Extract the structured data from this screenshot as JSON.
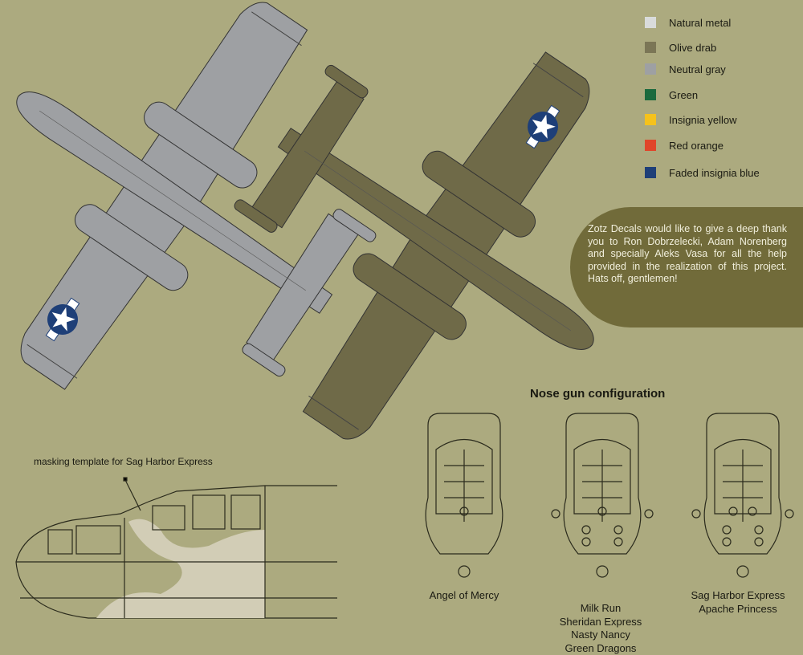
{
  "legend": [
    {
      "label": "Natural metal",
      "color": "#d9dbdb"
    },
    {
      "label": "Olive drab",
      "color": "#7b7656"
    },
    {
      "label": "Neutral gray",
      "color": "#9ea0a3"
    },
    {
      "label": "Green",
      "color": "#1c6a3e"
    },
    {
      "label": "Insignia yellow",
      "color": "#f5c21c"
    },
    {
      "label": "Red orange",
      "color": "#e0452a"
    },
    {
      "label": "Faded insignia blue",
      "color": "#1e3f78"
    }
  ],
  "thanks": "Zotz Decals would like to give a deep thank you to Ron Dobrzelecki, Adam Norenberg and specially Aleks Vasa for all the help provided in the realization of this project. Hats off, gentlemen!",
  "nose_gun": {
    "title": "Nose gun configuration",
    "configs": [
      {
        "lines": [
          "Angel of Mercy"
        ]
      },
      {
        "lines": [
          "Milk Run",
          "Sheridan Express",
          "Nasty Nancy",
          "Green Dragons"
        ]
      },
      {
        "lines": [
          "Sag Harbor Express",
          "Apache Princess"
        ]
      }
    ]
  },
  "masking_label": "masking template for Sag Harbor Express",
  "colors": {
    "background": "#acaa7f",
    "box": "#716b3a",
    "gray": "#9ea0a3",
    "olive": "#6f6a48"
  }
}
